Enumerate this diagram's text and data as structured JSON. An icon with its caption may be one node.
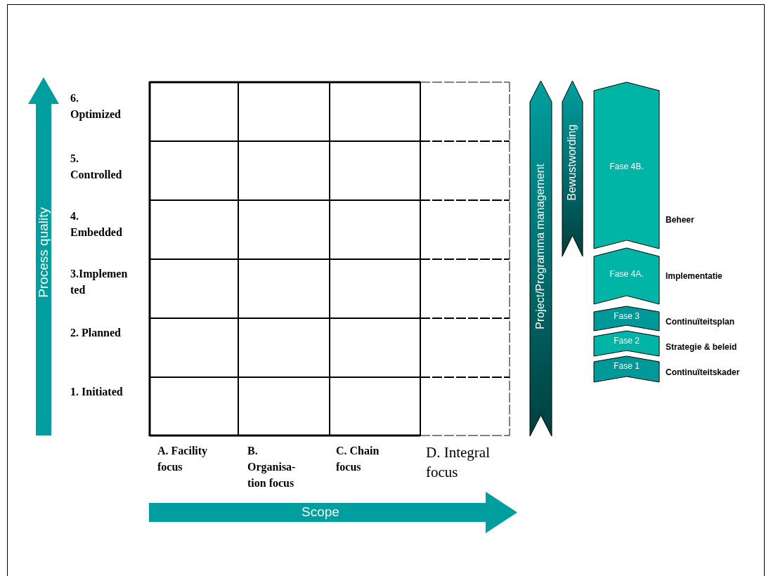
{
  "diagram": {
    "nodes": [
      {
        "text": [
          "Process quality"
        ]
      },
      {
        "text": [
          "Scope"
        ]
      },
      {
        "text": [
          "Project/Programma management"
        ]
      },
      {
        "text": [
          "Bewustwording"
        ]
      },
      {
        "text": [
          "Fase 4B."
        ],
        "beside": [
          "Beheer"
        ]
      },
      {
        "text": [
          "Fase 4A."
        ],
        "beside": [
          "Implementatie"
        ]
      },
      {
        "text": [
          "Fase 3"
        ],
        "beside": [
          "Continuïteitsplan"
        ]
      },
      {
        "text": [
          "Fase 2"
        ],
        "beside": [
          "Strategie & beleid"
        ]
      },
      {
        "text": [
          "Fase 1"
        ],
        "beside": [
          "Continuïteitskader"
        ]
      }
    ],
    "edges": [],
    "labels": [
      "6. Optimized",
      "5. Controlled",
      "4. Embedded",
      "3.Implemen ted",
      "2. Planned",
      "1. Initiated",
      "A. Facility focus",
      "B. Organisa- tion focus",
      "C. Chain focus",
      "D. Integral focus"
    ]
  }
}
